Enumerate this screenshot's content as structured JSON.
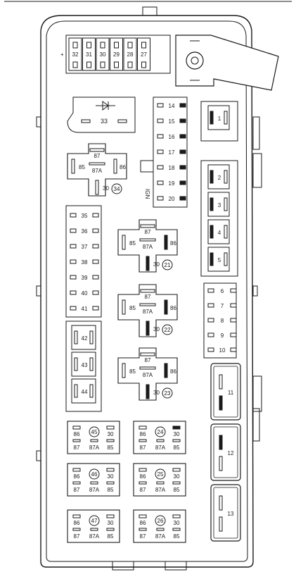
{
  "connector_cavities": [
    "32",
    "31",
    "30",
    "29",
    "28",
    "27"
  ],
  "diode_33": {
    "label": "33"
  },
  "fuse_column_center": [
    "14",
    "15",
    "16",
    "17",
    "18",
    "19",
    "20"
  ],
  "ign_label": "IGN",
  "fuse_column_left": [
    "35",
    "36",
    "37",
    "38",
    "39",
    "40",
    "41"
  ],
  "fuse_column_right": [
    "6",
    "7",
    "8",
    "9",
    "10"
  ],
  "cartridge_fuses_right": [
    "1",
    "2",
    "3",
    "4",
    "5"
  ],
  "cartridge_fuses_left": [
    "42",
    "43",
    "44"
  ],
  "large_cartridges": [
    "11",
    "12",
    "13"
  ],
  "iso_relays": [
    {
      "id": "34",
      "pins": {
        "p87": "87",
        "p87a": "87A",
        "p85": "85",
        "p86": "86",
        "p30": "30"
      }
    },
    {
      "id": "21",
      "pins": {
        "p87": "87",
        "p87a": "87A",
        "p85": "85",
        "p86": "86",
        "p30": "30"
      }
    },
    {
      "id": "22",
      "pins": {
        "p87": "87",
        "p87a": "87A",
        "p85": "85",
        "p86": "86",
        "p30": "30"
      }
    },
    {
      "id": "23",
      "pins": {
        "p87": "87",
        "p87a": "87A",
        "p85": "85",
        "p86": "86",
        "p30": "30"
      }
    }
  ],
  "micro_relays": [
    {
      "id": "45",
      "pins": {
        "p86": "86",
        "p30": "30",
        "p87": "87",
        "p87a": "87A",
        "p85": "85"
      }
    },
    {
      "id": "24",
      "pins": {
        "p86": "86",
        "p30": "30",
        "p87": "87",
        "p87a": "87A",
        "p85": "85"
      }
    },
    {
      "id": "46",
      "pins": {
        "p86": "86",
        "p30": "30",
        "p87": "87",
        "p87a": "87A",
        "p85": "85"
      }
    },
    {
      "id": "25",
      "pins": {
        "p86": "86",
        "p30": "30",
        "p87": "87",
        "p87a": "87A",
        "p85": "85"
      }
    },
    {
      "id": "47",
      "pins": {
        "p86": "86",
        "p30": "30",
        "p87": "87",
        "p87a": "87A",
        "p85": "85"
      }
    },
    {
      "id": "26",
      "pins": {
        "p86": "86",
        "p30": "30",
        "p87": "87",
        "p87a": "87A",
        "p85": "85"
      }
    }
  ]
}
